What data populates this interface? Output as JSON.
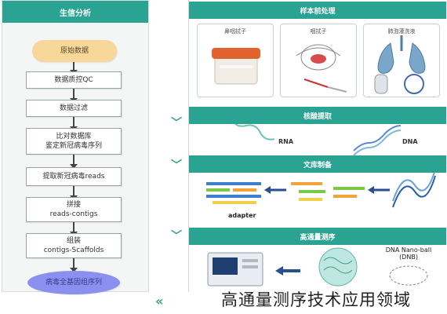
{
  "left": {
    "header": "生信分析",
    "nodes": [
      {
        "line1": "原始数据",
        "line2": ""
      },
      {
        "line1": "数据质控QC",
        "line2": ""
      },
      {
        "line1": "数据过滤",
        "line2": ""
      },
      {
        "line1": "比对数据库",
        "line2": "鉴定新冠病毒序列"
      },
      {
        "line1": "提取新冠病毒reads",
        "line2": ""
      },
      {
        "line1": "拼接",
        "line2": "reads-contigs"
      },
      {
        "line1": "组装",
        "line2": "contigs-Scaffolds"
      },
      {
        "line1": "病毒全基因组序列",
        "line2": ""
      }
    ]
  },
  "right": {
    "sections": {
      "sample": "样本前处理",
      "extract": "核酸提取",
      "library": "文库制备",
      "sequencing": "高通量测序"
    },
    "samples": [
      "鼻咽拭子",
      "咽拭子",
      "肺泡灌洗液"
    ],
    "nucleic": {
      "rna": "RNA",
      "dna": "DNA"
    },
    "adapter": "adapter",
    "dna_nanoball": {
      "line1": "DNA Nano-ball",
      "line2": "(DNB)"
    }
  },
  "caption": "高通量测序技术应用领域",
  "colors": {
    "teal": "#2aa392",
    "start": "#f7d79a",
    "end": "#8b8ff0"
  }
}
